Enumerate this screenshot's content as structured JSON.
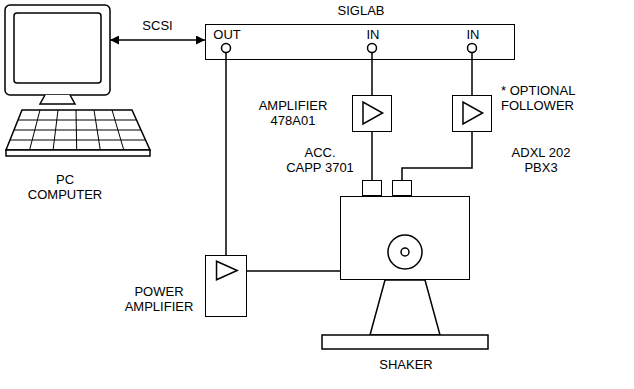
{
  "diagram": {
    "nodes": [
      {
        "text": [
          "PC COMPUTER"
        ]
      },
      {
        "text": [
          "SIGLAB",
          "OUT",
          "IN",
          "IN"
        ]
      },
      {
        "text": [
          "AMPLIFIER 478A01"
        ]
      },
      {
        "text": [
          "* OPTIONAL FOLLOWER"
        ]
      },
      {
        "text": [
          "POWER AMPLIFIER"
        ]
      },
      {
        "text": [
          "SHAKER"
        ]
      },
      {
        "text": [
          "ACC. CAPP 3701"
        ]
      },
      {
        "text": [
          "ADXL 202 PBX3"
        ]
      }
    ],
    "edges": [
      {
        "from": 0,
        "to": 1,
        "arrow": "both",
        "label": "SCSI"
      },
      {
        "from": 1,
        "to": 4,
        "arrow": "none"
      },
      {
        "from": 4,
        "to": 5,
        "arrow": "none"
      },
      {
        "from": 6,
        "to": 2,
        "arrow": "none"
      },
      {
        "from": 2,
        "to": 1,
        "arrow": "none"
      },
      {
        "from": 7,
        "to": 3,
        "arrow": "none"
      },
      {
        "from": 3,
        "to": 1,
        "arrow": "none"
      }
    ]
  }
}
